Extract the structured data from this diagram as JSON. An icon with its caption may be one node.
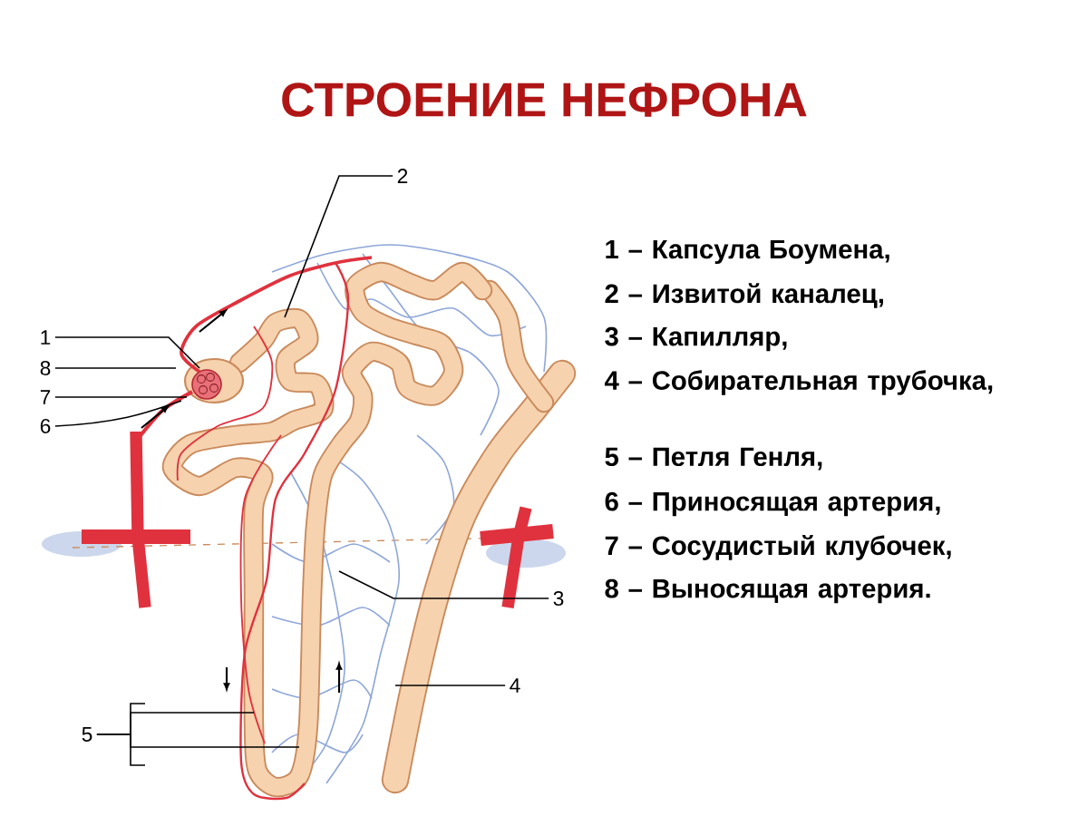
{
  "diagram": {
    "title": "СТРОЕНИЕ НЕФРОНА",
    "nodes": [
      {
        "text": [
          "2"
        ]
      },
      {
        "text": [
          "1"
        ]
      },
      {
        "text": [
          "8"
        ]
      },
      {
        "text": [
          "7"
        ]
      },
      {
        "text": [
          "6"
        ]
      },
      {
        "text": [
          "3"
        ]
      },
      {
        "text": [
          "4"
        ]
      },
      {
        "text": [
          "5"
        ]
      }
    ],
    "edges": [
      {
        "from": 0,
        "to": null,
        "arrow": "none"
      },
      {
        "from": 1,
        "to": null,
        "arrow": "none"
      },
      {
        "from": 2,
        "to": null,
        "arrow": "none"
      },
      {
        "from": 3,
        "to": null,
        "arrow": "none"
      },
      {
        "from": 4,
        "to": null,
        "arrow": "none"
      },
      {
        "from": 5,
        "to": null,
        "arrow": "none"
      },
      {
        "from": 6,
        "to": null,
        "arrow": "none"
      },
      {
        "from": 7,
        "to": null,
        "arrow": "none"
      },
      {
        "from": 7,
        "to": null,
        "arrow": "none"
      }
    ],
    "labels": [
      "1 – Капсула Боумена,",
      "2 – Извитой каналец,",
      "3 – Капилляр,",
      "4 – Собирательная трубочка,",
      "5 – Петля Генля,",
      "6 – Приносящая артерия,",
      "7 – Сосудистый клубочек,",
      "8 – Выносящая артерия."
    ]
  }
}
